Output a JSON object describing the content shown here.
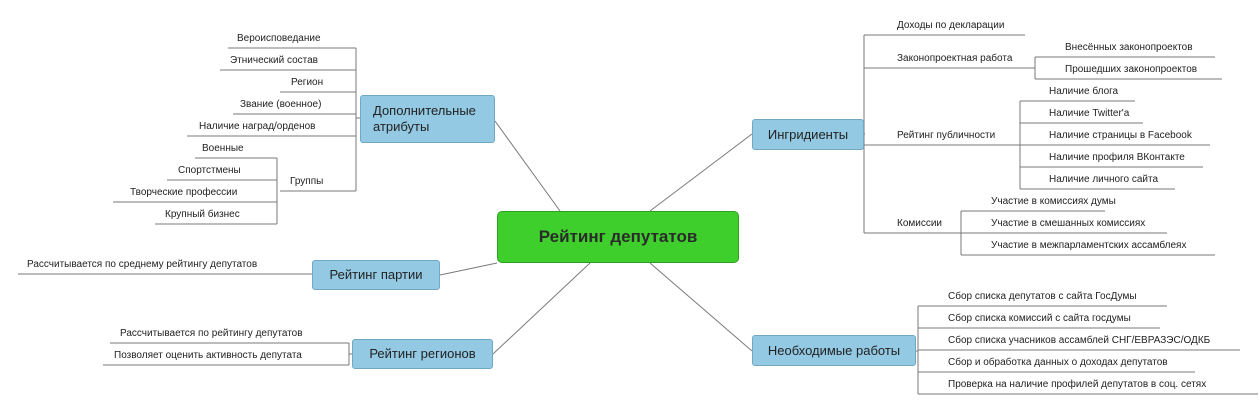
{
  "central": "Рейтинг депутатов",
  "left": {
    "attributes": {
      "label": "Дополнительные атрибуты",
      "items": [
        "Вероисповедание",
        "Этнический состав",
        "Регион",
        "Звание (военное)",
        "Наличие наград/орденов"
      ],
      "groups": {
        "label": "Группы",
        "items": [
          "Военные",
          "Спортстмены",
          "Творческие профессии",
          "Крупный бизнес"
        ]
      }
    },
    "party": {
      "label": "Рейтинг партии",
      "items": [
        "Рассчитывается по среднему рейтингу депутатов"
      ]
    },
    "regions": {
      "label": "Рейтинг регионов",
      "items": [
        "Рассчитывается по рейтингу депутатов",
        "Позволяет оценить активность депутата"
      ]
    }
  },
  "right": {
    "ingredients": {
      "label": "Ингридиенты",
      "declaration": "Доходы по декларации",
      "lawmaking": {
        "label": "Законопроектная работа",
        "items": [
          "Внесённых законопроектов",
          "Прошедших законопроектов"
        ]
      },
      "publicity": {
        "label": "Рейтинг публичности",
        "items": [
          "Наличие блога",
          "Наличие Twitter'a",
          "Наличие страницы в Facebook",
          "Наличие профиля ВКонтакте",
          "Наличие личного сайта"
        ]
      },
      "commissions": {
        "label": "Комиссии",
        "items": [
          "Участие в комиссиях думы",
          "Участие в смешанных комиссиях",
          "Участие в межпарламентских ассамблеях"
        ]
      }
    },
    "work": {
      "label": "Необходимые работы",
      "items": [
        "Сбор списка депутатов с сайта ГосДумы",
        "Сбор списка комиссий с сайта госдумы",
        "Сбор списка учасников ассамблей СНГ/ЕВРАЗЭС/ОДКБ",
        "Сбор и обработка данных о доходах депутатов",
        "Проверка на наличие профилей депутатов в соц. сетях"
      ]
    }
  }
}
